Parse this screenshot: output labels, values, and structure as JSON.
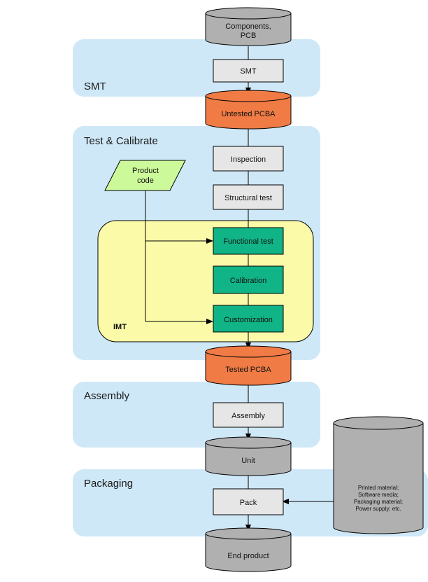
{
  "colors": {
    "phase_bg": "#cfe8f8",
    "imt_bg": "#fafaa8",
    "process_box": "#e6e6e6",
    "test_box": "#11b486",
    "pcba_cylinder": "#f07b45",
    "material_cylinder": "#b0b0b0",
    "input_parallelogram": "#ccfa9a",
    "stroke": "#000000"
  },
  "phases": {
    "smt": "SMT",
    "test_calibrate": "Test & Calibrate",
    "imt": "IMT",
    "assembly": "Assembly",
    "packaging": "Packaging"
  },
  "cylinders": {
    "components": [
      "Components,",
      "PCB"
    ],
    "untested": "Untested PCBA",
    "tested": "Tested PCBA",
    "unit": "Unit",
    "materials": [
      "Printed material;",
      "Software media;",
      "Packaging material;",
      "Power supply; etc."
    ],
    "end_product": "End product"
  },
  "steps": {
    "smt": "SMT",
    "inspection": "Inspection",
    "structural_test": "Structural test",
    "functional_test": "Functional test",
    "calibration": "Calibration",
    "customization": "Customization",
    "assembly": "Assembly",
    "pack": "Pack"
  },
  "input": {
    "product_code": [
      "Product",
      "code"
    ]
  }
}
